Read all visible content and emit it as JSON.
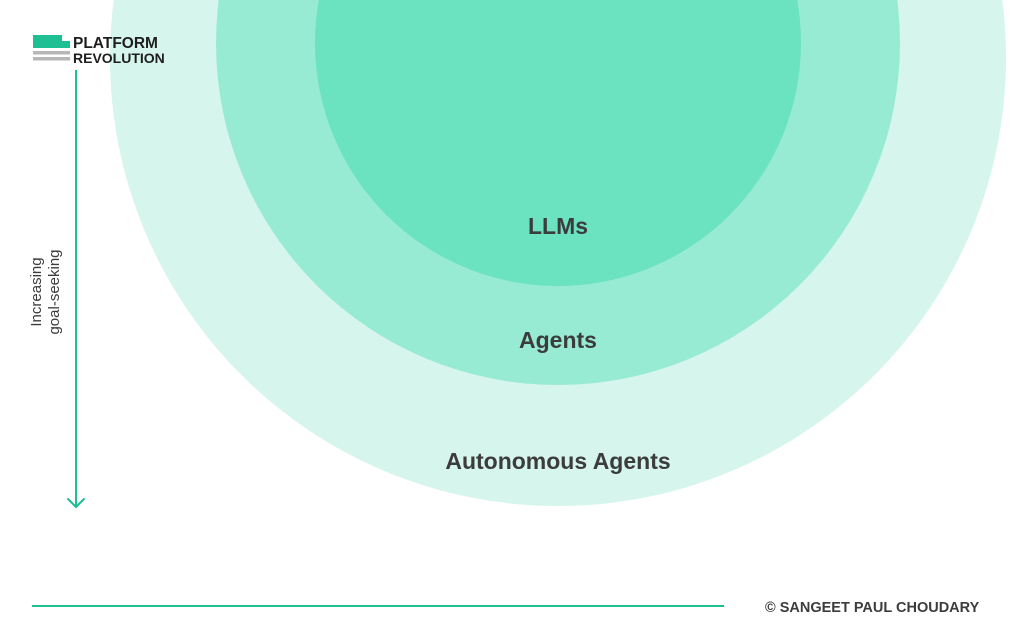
{
  "logo": {
    "line1": "PLATFORM",
    "line2": "REVOLUTION"
  },
  "axis": {
    "label_line1": "Increasing",
    "label_line2": "goal-seeking",
    "direction": "down"
  },
  "rings": [
    {
      "label": "Autonomous Agents",
      "color": "#d6f5ec"
    },
    {
      "label": "Agents",
      "color": "#98ebd3"
    },
    {
      "label": "LLMs",
      "color": "#6be2c0"
    }
  ],
  "footer": {
    "credit": "© SANGEET PAUL CHOUDARY"
  },
  "colors": {
    "accent": "#1fbf94",
    "text": "#3c3c3c",
    "logo_gray": "#b7b7b7"
  }
}
